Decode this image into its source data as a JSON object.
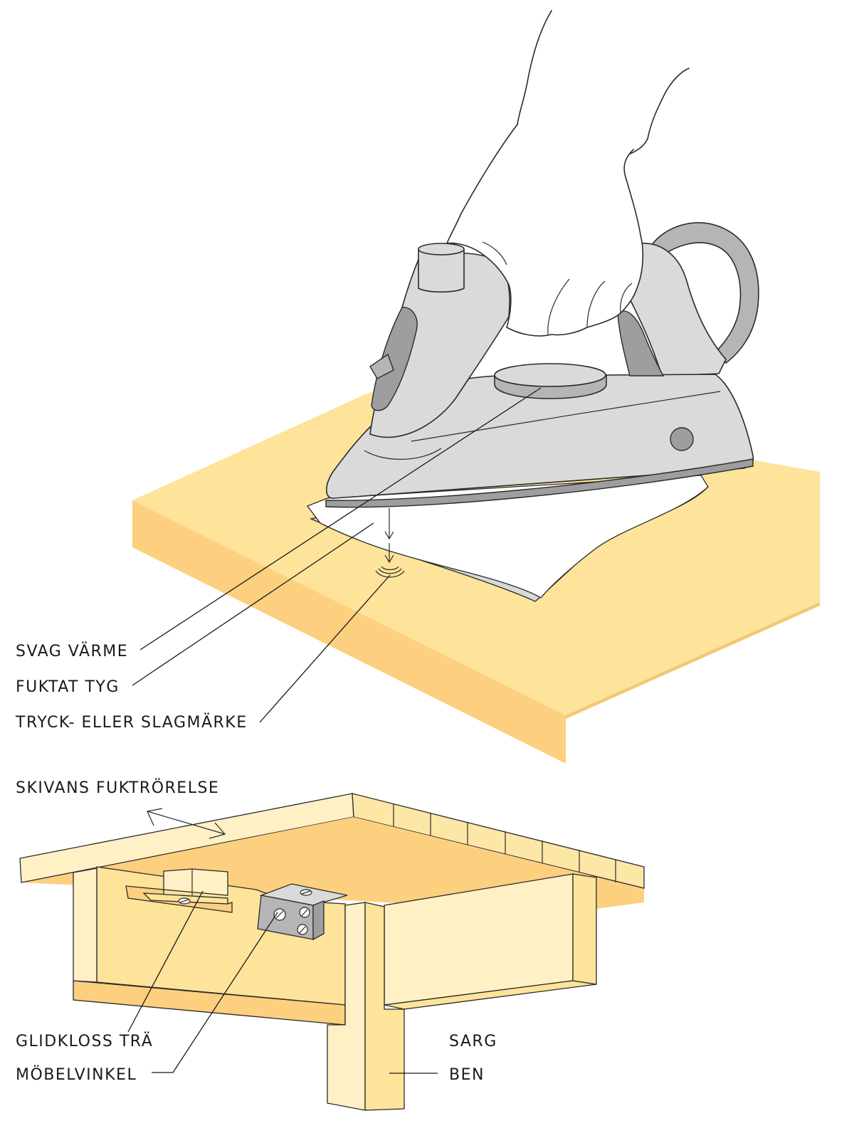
{
  "labels": {
    "low_heat": "SVAG VÄRME",
    "damp_cloth": "FUKTAT TYG",
    "dent_mark": "TRYCK- ELLER SLAGMÄRKE",
    "board_moisture_movement": "SKIVANS FUKTRÖRELSE",
    "wood_slide_block": "GLIDKLOSS TRÄ",
    "furniture_bracket": "MÖBELVINKEL",
    "apron": "SARG",
    "leg": "BEN"
  },
  "colors": {
    "wood_top": "#fde49a",
    "wood_edge": "#fdd080",
    "wood_light": "#fff0c6",
    "wood_mid": "#fde7a6",
    "iron_light": "#dadadb",
    "iron_mid": "#b5b5b7",
    "iron_dark": "#9e9ea0",
    "ink": "#1a1a1a"
  }
}
